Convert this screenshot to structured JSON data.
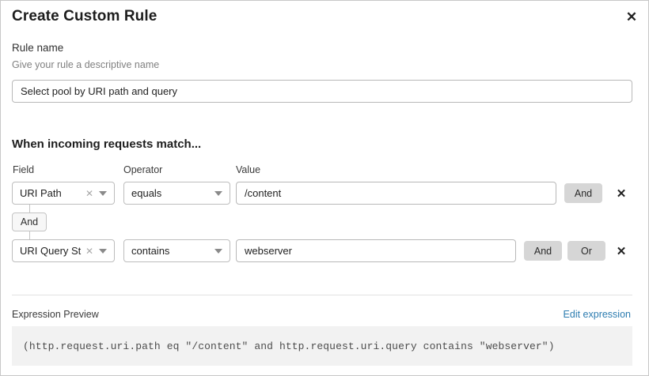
{
  "dialog": {
    "title": "Create Custom Rule",
    "close_icon": "close-icon"
  },
  "rule_name": {
    "label": "Rule name",
    "help": "Give your rule a descriptive name",
    "value": "Select pool by URI path and query",
    "placeholder": "Select pool by URI path and query"
  },
  "conditions": {
    "heading": "When incoming requests match...",
    "columns": {
      "field": "Field",
      "operator": "Operator",
      "value": "Value"
    },
    "connector": "And",
    "rows": [
      {
        "field": "URI Path",
        "operator": "equals",
        "value": "/content",
        "value_placeholder": "/content",
        "logic_buttons": [
          "And"
        ],
        "delete_icon": "close-icon"
      },
      {
        "field": "URI Query St...",
        "operator": "contains",
        "value": "webserver",
        "value_placeholder": "webserver",
        "logic_buttons": [
          "And",
          "Or"
        ],
        "delete_icon": "close-icon"
      }
    ]
  },
  "expression_preview": {
    "label": "Expression Preview",
    "edit_link": "Edit expression",
    "code": "(http.request.uri.path eq \"/content\" and http.request.uri.query contains \"webserver\")"
  },
  "colors": {
    "link": "#2c7cb0",
    "pill": "#d6d6d6",
    "code_bg": "#f2f2f2"
  }
}
